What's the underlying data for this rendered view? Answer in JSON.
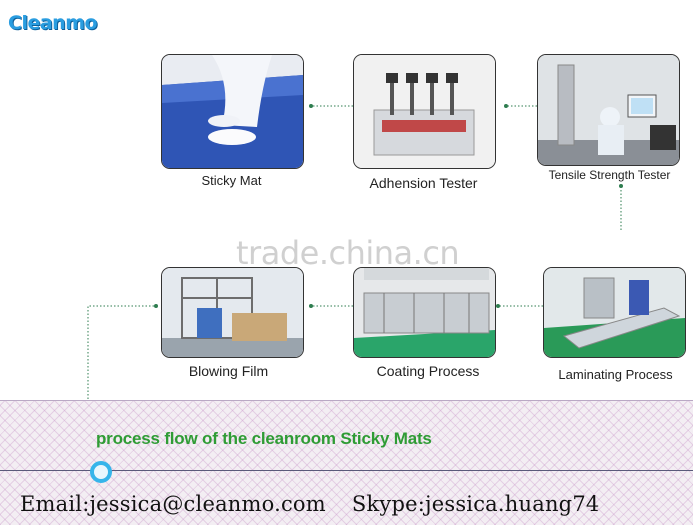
{
  "brand": {
    "logo_text": "Cleanmo"
  },
  "steps": [
    {
      "label": "Sticky Mat"
    },
    {
      "label": "Adhension Tester"
    },
    {
      "label": "Tensile Strength Tester"
    },
    {
      "label": "Blowing Film"
    },
    {
      "label": "Coating Process"
    },
    {
      "label": "Laminating Process"
    }
  ],
  "watermark": "trade.china.cn",
  "footer": {
    "title": "process flow of the cleanroom Sticky Mats",
    "email": "Email:jessica@cleanmo.com",
    "skype": "Skype:jessica.huang74"
  },
  "colors": {
    "logo": "#2a9de0",
    "title_green": "#2f9c35",
    "ring_blue": "#36b5ea",
    "connector_green": "#2e7d4f"
  }
}
